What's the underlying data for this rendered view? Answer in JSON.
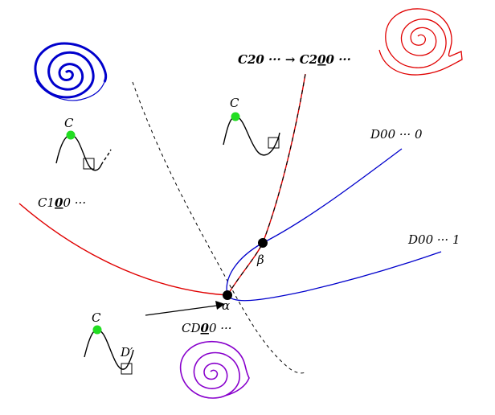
{
  "labels": {
    "top_sequence": "C20 ··· → C2",
    "top_sequence_bold": "0",
    "top_sequence_tail": "0 ···",
    "left_sequence": "C1",
    "left_sequence_bold": "0",
    "left_sequence_tail": "0 ···",
    "bottom_sequence": "CD",
    "bottom_sequence_bold": "0",
    "bottom_sequence_tail": "0 ···",
    "right_upper": "D00 ··· 0",
    "right_lower": "D00 ··· 1",
    "point_alpha": "α",
    "point_beta": "β",
    "glyph_c_left": "C",
    "glyph_c_top": "C",
    "glyph_c_bottom": "C",
    "glyph_d_prime": "D′"
  },
  "colors": {
    "red": "#e00000",
    "blue": "#0000cc",
    "purple": "#8800cc",
    "green": "#22dd22",
    "black": "#000000"
  }
}
